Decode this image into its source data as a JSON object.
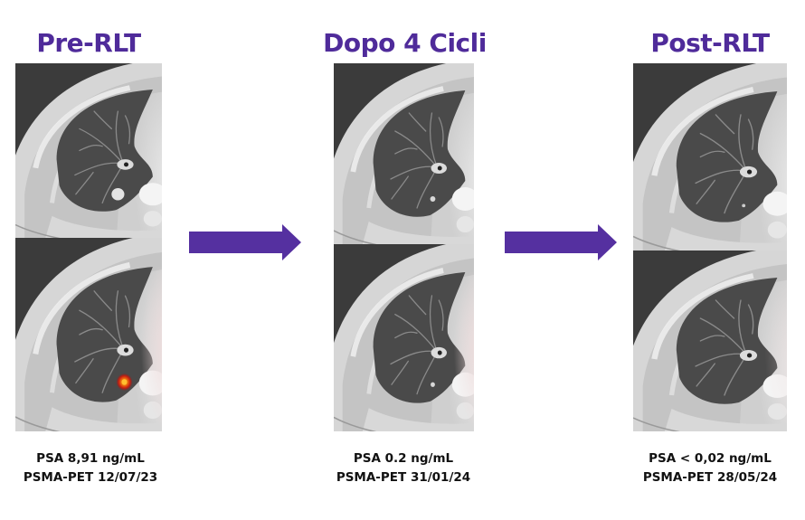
{
  "theme": {
    "accent_color": "#4f2b9a",
    "arrow_color": "#5530a0",
    "text_color": "#111111"
  },
  "stages": [
    {
      "title": "Pre-RLT",
      "psa": "PSA 8,91 ng/mL",
      "pet": "PSMA-PET 12/07/23",
      "images": [
        {
          "type": "CT",
          "description": "Axial CT chest, lung window, nodule visible in left lower lung"
        },
        {
          "type": "PSMA-PET/CT fusion",
          "description": "PSMA-avid nodule (orange/red uptake)"
        }
      ]
    },
    {
      "title": "Dopo 4 Cicli",
      "psa": "PSA 0.2 ng/mL",
      "pet": "PSMA-PET 31/01/24",
      "images": [
        {
          "type": "CT",
          "description": "Axial CT chest, reduced nodule"
        },
        {
          "type": "PSMA-PET/CT fusion",
          "description": "No focal uptake"
        }
      ]
    },
    {
      "title": "Post-RLT",
      "psa": "PSA < 0,02 ng/mL",
      "pet": "PSMA-PET 28/05/24",
      "images": [
        {
          "type": "CT",
          "description": "Axial CT chest, residual tiny focus"
        },
        {
          "type": "PSMA-PET/CT fusion",
          "description": "No focal uptake"
        }
      ]
    }
  ],
  "arrows": [
    {
      "from": "Pre-RLT",
      "to": "Dopo 4 Cicli",
      "icon": "right-arrow-icon"
    },
    {
      "from": "Dopo 4 Cicli",
      "to": "Post-RLT",
      "icon": "right-arrow-icon"
    }
  ]
}
